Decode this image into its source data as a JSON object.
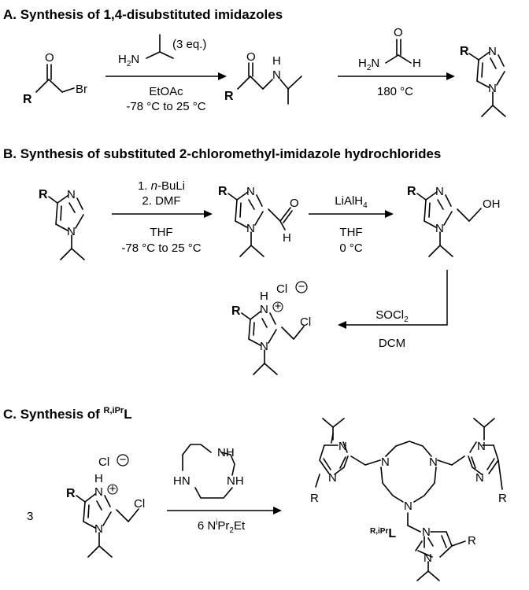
{
  "sections": {
    "a": {
      "title": "A. Synthesis of 1,4-disubstituted imidazoles"
    },
    "b": {
      "title": "B. Synthesis of substituted 2-chloromethyl-imidazole hydrochlorides"
    },
    "c": {
      "title_prefix": "C. Synthesis of ",
      "title_sup": "R,iPr",
      "title_main": "L"
    }
  },
  "conditions": {
    "a1": {
      "equiv": "(3 eq.)",
      "solvent": "EtOAc",
      "temp": "-78 °C to 25 °C"
    },
    "a2": {
      "temp": "180 °C"
    },
    "b1": {
      "step1_num": "1. ",
      "step1_ital": "n",
      "step1_rest": "-BuLi",
      "step2": "2. DMF",
      "solvent": "THF",
      "temp": "-78 °C to 25 °C"
    },
    "b2": {
      "reagent": "LiAlH",
      "reagent_sub": "4",
      "solvent": "THF",
      "temp": "0 °C"
    },
    "b3": {
      "reagent": "SOCl",
      "reagent_sub": "2",
      "solvent": "DCM"
    },
    "c1": {
      "coef": "3",
      "base_prefix": "6 N",
      "base_sup": "i",
      "base_rest": "Pr",
      "base_sub": "2",
      "base_tail": "Et"
    }
  },
  "atoms": {
    "R": "R",
    "O": "O",
    "Br": "Br",
    "N": "N",
    "H": "H",
    "NH": "NH",
    "HN": "HN",
    "OH": "OH",
    "Cl": "Cl",
    "plus": "+",
    "minus": "−",
    "H2N_main": "H",
    "H2N_sub": "2",
    "H2N_end": "N"
  },
  "product_label": {
    "sup": "R,iPr",
    "main": "L"
  }
}
